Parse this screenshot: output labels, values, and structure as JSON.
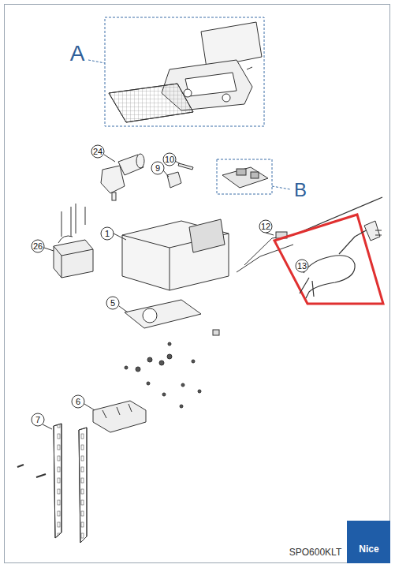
{
  "diagram": {
    "labels": [
      "A",
      "B",
      "24",
      "10",
      "9",
      "1",
      "26",
      "12",
      "13",
      "5",
      "6",
      "7",
      "SPO600KLT",
      "Nice"
    ]
  }
}
